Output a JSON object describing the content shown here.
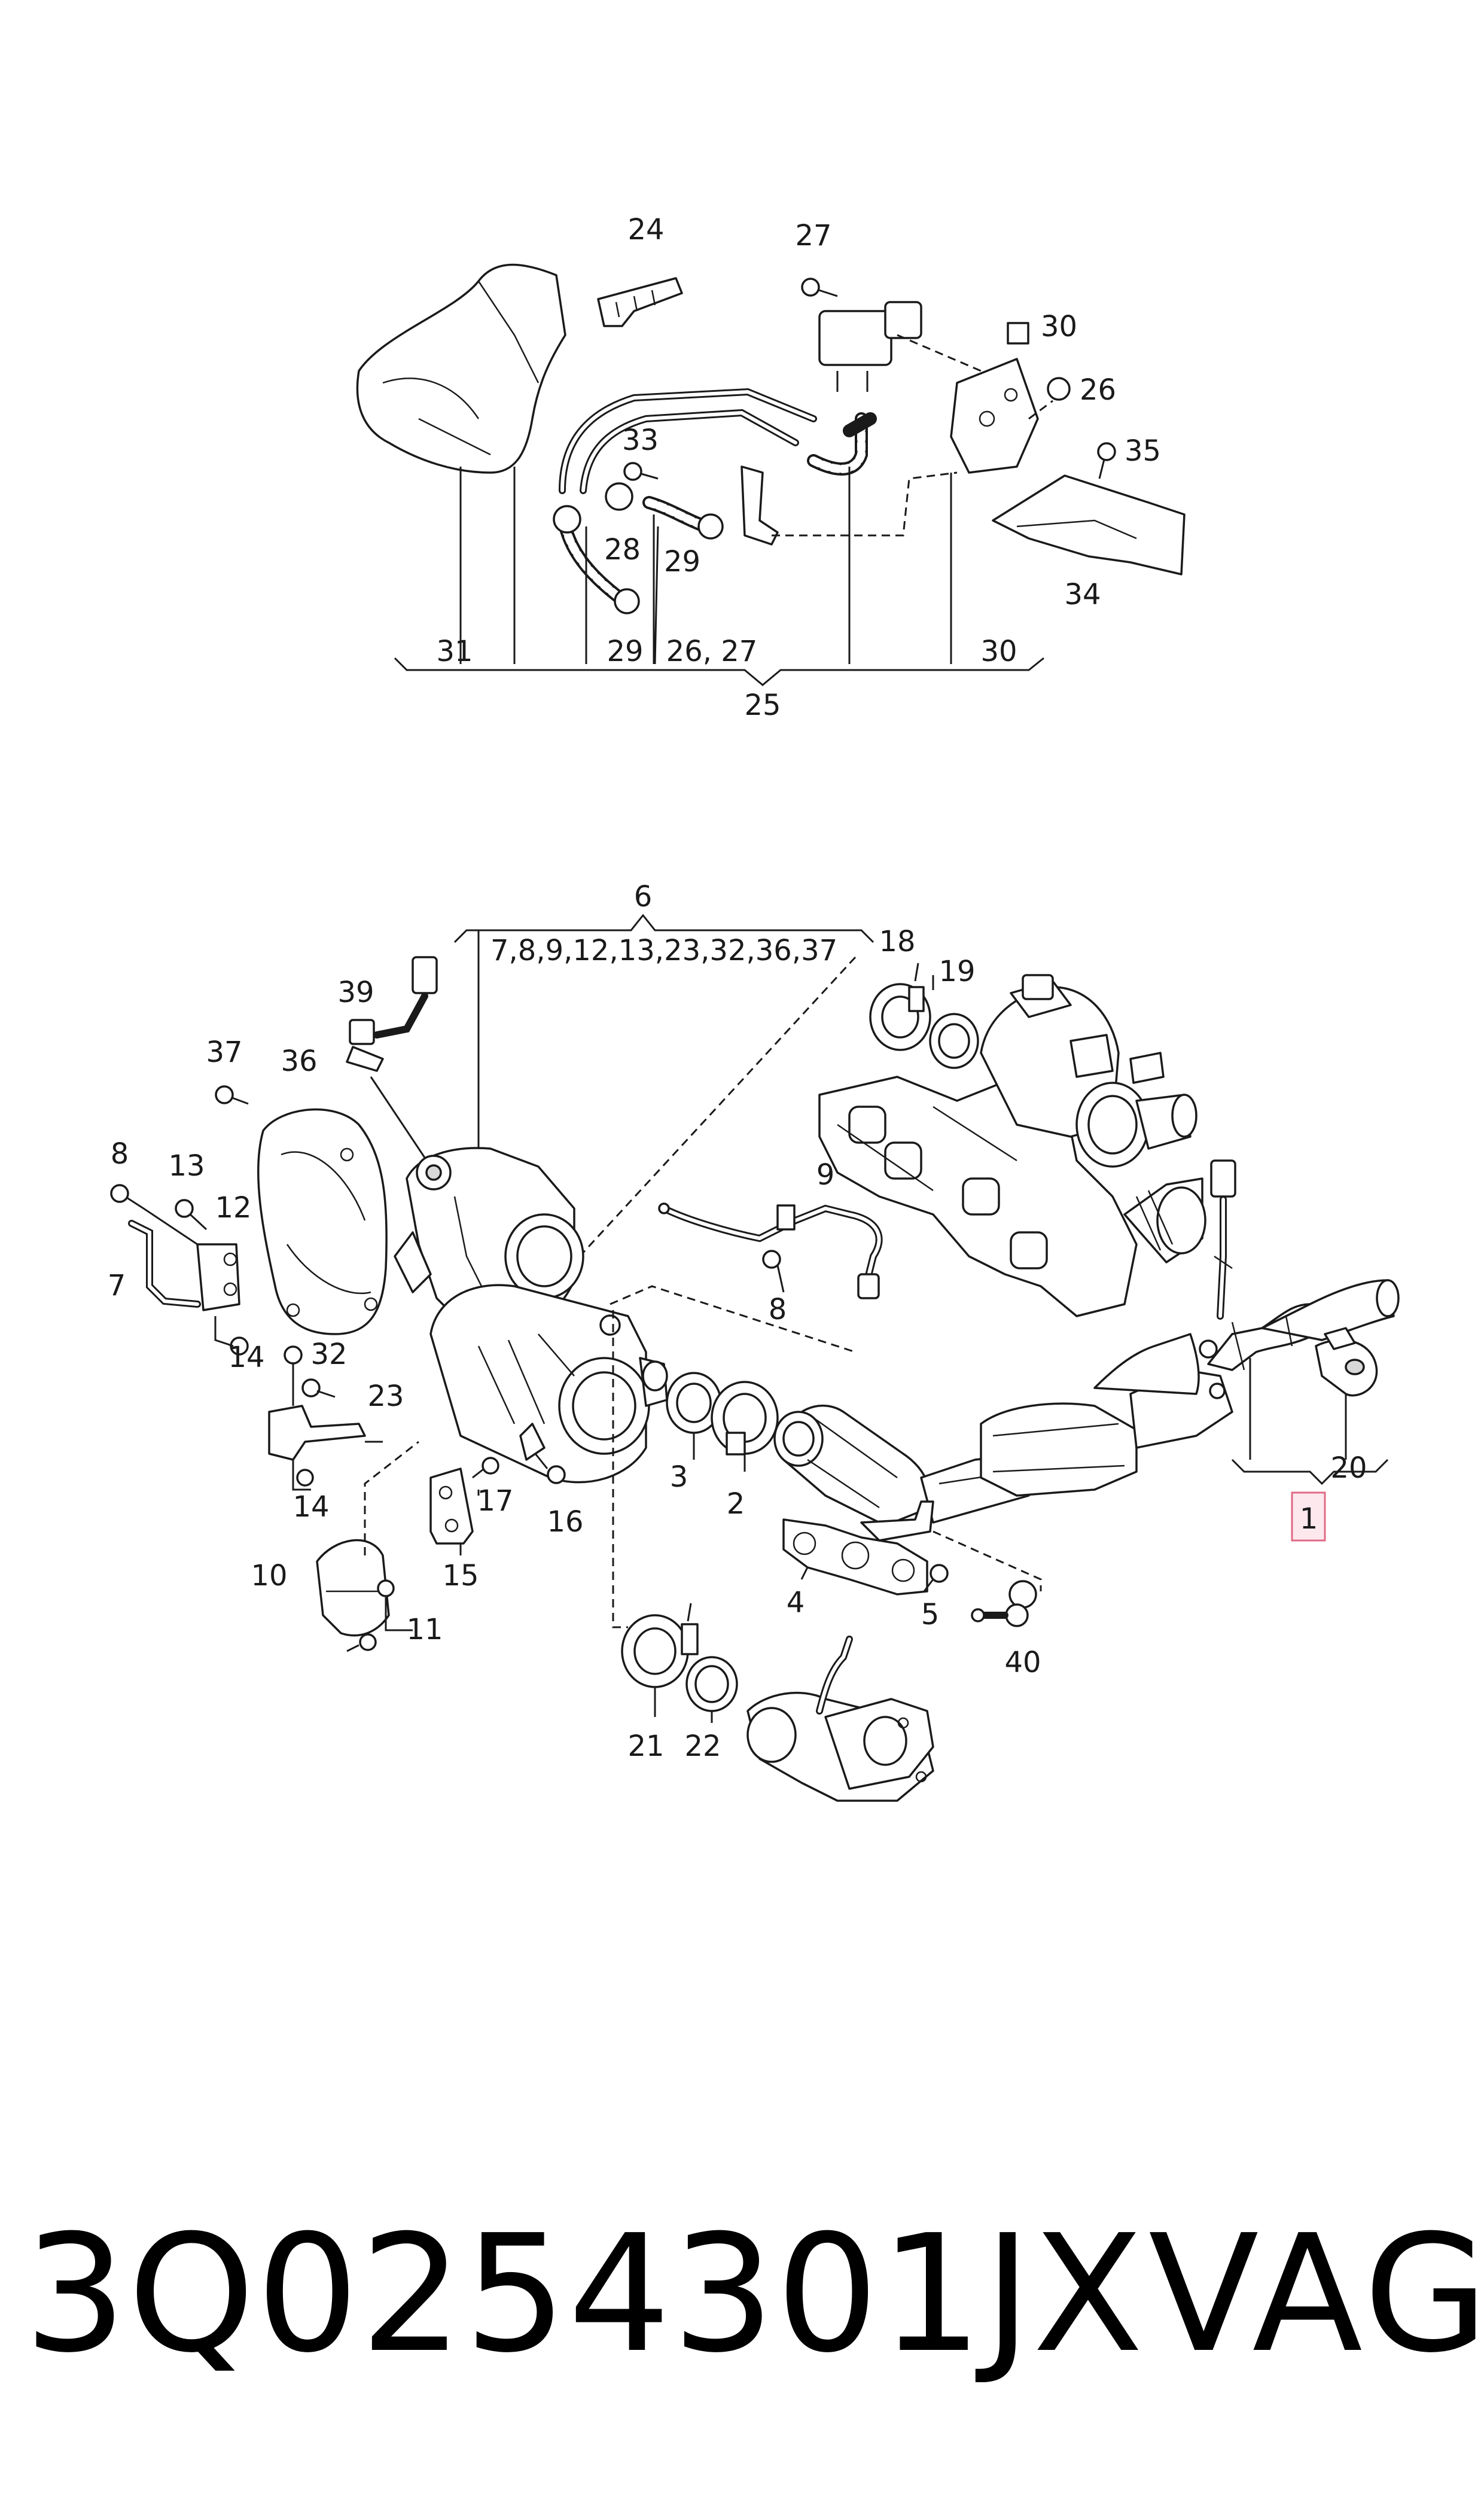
{
  "upper_assembly": {
    "labels": {
      "l24": "24",
      "l27": "27",
      "l30a": "30",
      "l26a": "26",
      "l33": "33",
      "l35": "35",
      "l28": "28",
      "l29a": "29",
      "l34": "34",
      "l31": "31",
      "l29b": "29",
      "l2627": "26, 27",
      "l30b": "30",
      "l25": "25"
    }
  },
  "lower_assembly": {
    "labels": {
      "l6": "6",
      "l6_sub": "7,8,9,12,13,23,32,36,37",
      "l18": "18",
      "l19": "19",
      "l39": "39",
      "l37": "37",
      "l36": "36",
      "l8a": "8",
      "l13": "13",
      "l12": "12",
      "l7": "7",
      "l14a": "14",
      "l9": "9",
      "l8b": "8",
      "l32": "32",
      "l23": "23",
      "l14b": "14",
      "l17": "17",
      "l16": "16",
      "l15": "15",
      "l3": "3",
      "l2": "2",
      "l4": "4",
      "l5": "5",
      "l40": "40",
      "l10": "10",
      "l11": "11",
      "l21": "21",
      "l22": "22",
      "l20": "20",
      "l1": "1"
    }
  },
  "footer": {
    "part_number": "3Q0254301JX",
    "brand": "VAG"
  },
  "colors": {
    "line": "#1a1a1a",
    "highlight_fill": "#fde8ee",
    "highlight_stroke": "#e06a86"
  }
}
